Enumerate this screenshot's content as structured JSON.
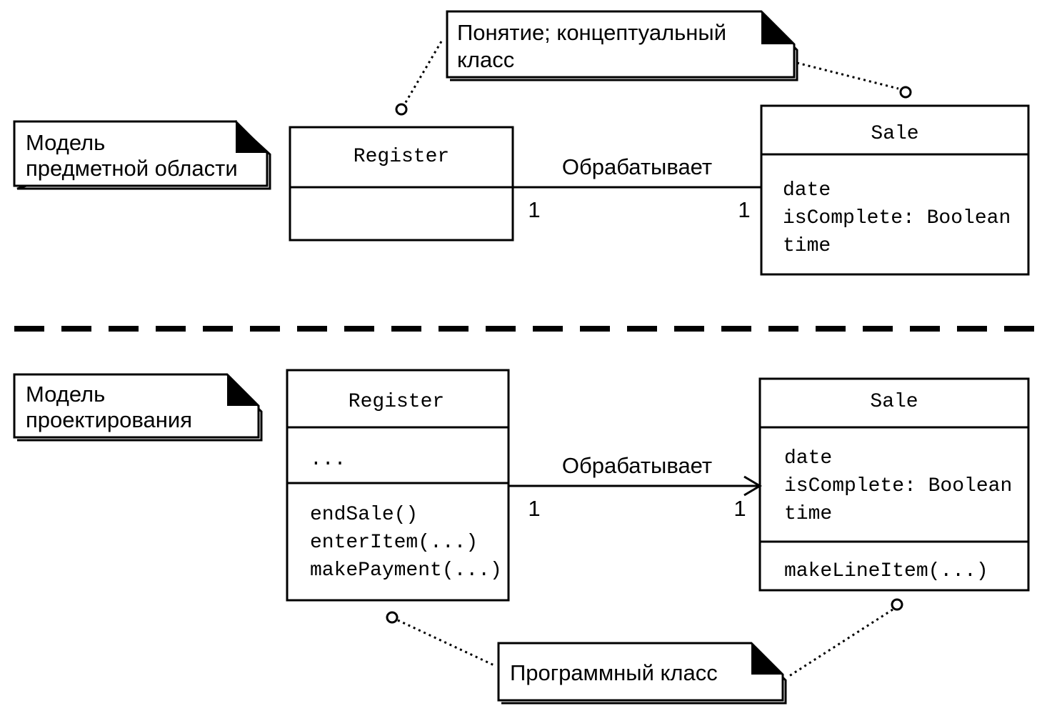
{
  "domain_model": {
    "label_line1": "Модель",
    "label_line2": "предметной области",
    "concept_note_line1": "Понятие; концептуальный",
    "concept_note_line2": "класс",
    "register_name": "Register",
    "sale_name": "Sale",
    "sale_attributes": [
      "date",
      "isComplete: Boolean",
      "time"
    ],
    "association_label": "Обрабатывает",
    "multiplicity_left": "1",
    "multiplicity_right": "1"
  },
  "design_model": {
    "label_line1": "Модель",
    "label_line2": "проектирования",
    "register_name": "Register",
    "register_attributes": "...",
    "register_methods": [
      "endSale()",
      "enterItem(...)",
      "makePayment(...)"
    ],
    "sale_name": "Sale",
    "sale_attributes": [
      "date",
      "isComplete: Boolean",
      "time"
    ],
    "sale_methods": [
      "makeLineItem(...)"
    ],
    "association_label": "Обрабатывает",
    "multiplicity_left": "1",
    "multiplicity_right": "1",
    "software_class_note": "Программный класс"
  }
}
